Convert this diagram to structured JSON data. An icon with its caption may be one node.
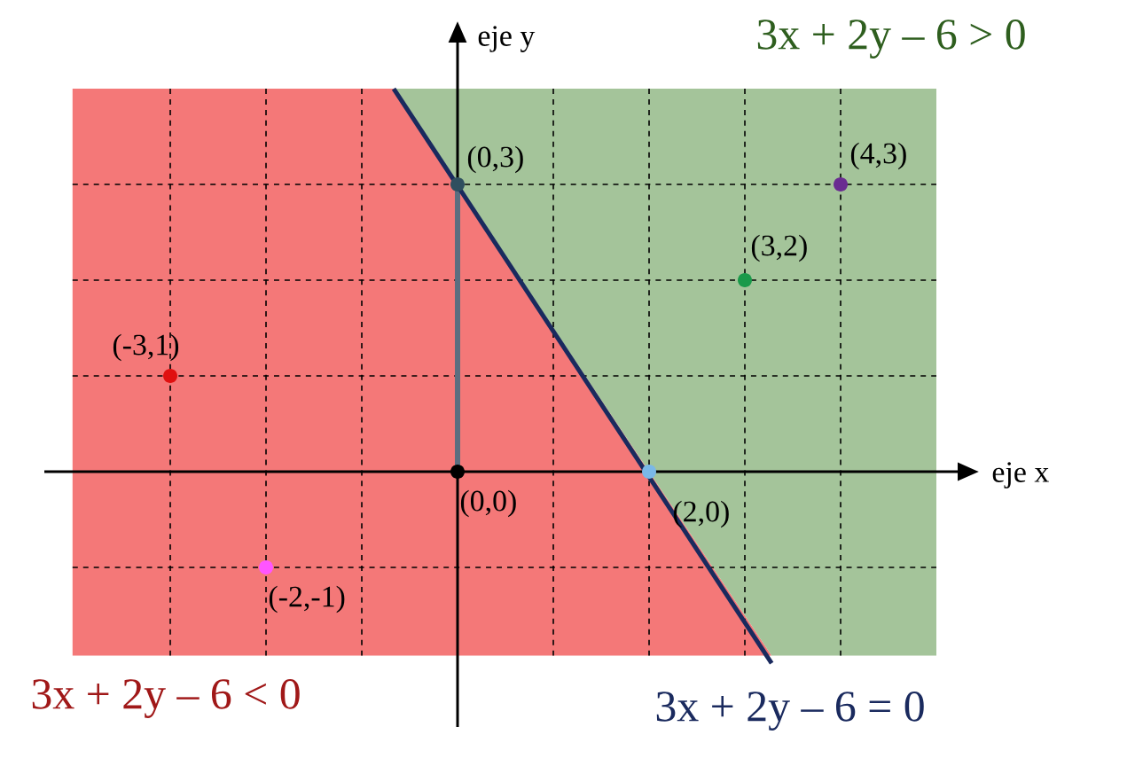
{
  "diagram": {
    "labels": [
      "eje y",
      "3x + 2y – 6 > 0",
      "(0,3)",
      "(4,3)",
      "(3,2)",
      "(-3,1)",
      "eje x",
      "(0,0)",
      "(2,0)",
      "(-2,-1)",
      "3x + 2y – 6 < 0",
      "3x + 2y – 6 = 0"
    ]
  }
}
